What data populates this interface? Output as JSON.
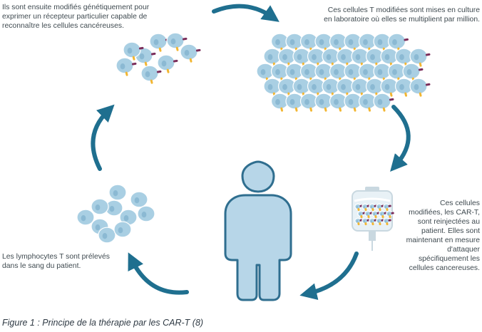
{
  "notes": {
    "engineering": [
      "Ils sont ensuite modifiés génétiquement pour",
      "exprimer un récepteur particulier capable de",
      "reconnaître les cellules cancéreuses."
    ],
    "culture": [
      "Ces cellules T modifiées sont mises en culture",
      "en laboratoire où elles se multiplient par million."
    ],
    "reinjection": [
      "Ces  cellules",
      "modifiées, les CAR-T,",
      "sont reinjectées au",
      "patient. Elles sont",
      "maintenant en mesure",
      "d'attaquer",
      "spécifiquement les",
      "cellules cancereuses."
    ],
    "collection": [
      "Les lymphocytes T sont prélevés",
      "dans le sang du patient."
    ]
  },
  "caption": "Figure 1 : Principe de la thérapie par les CAR-T (8)",
  "colors": {
    "arrow": "#1f6f8f",
    "cell": "#a9cfe3",
    "cell_nucleus": "#8bb9d3",
    "person_fill": "#b7d6e8",
    "person_stroke": "#2f6e8f",
    "receptor_purple": "#7b2d5a",
    "receptor_yellow": "#f2b632",
    "text": "#3f4a50"
  },
  "icons": [
    "cycle-arrow-icon",
    "t-cell-icon",
    "car-receptor-icon",
    "patient-silhouette-icon",
    "iv-bag-icon"
  ]
}
